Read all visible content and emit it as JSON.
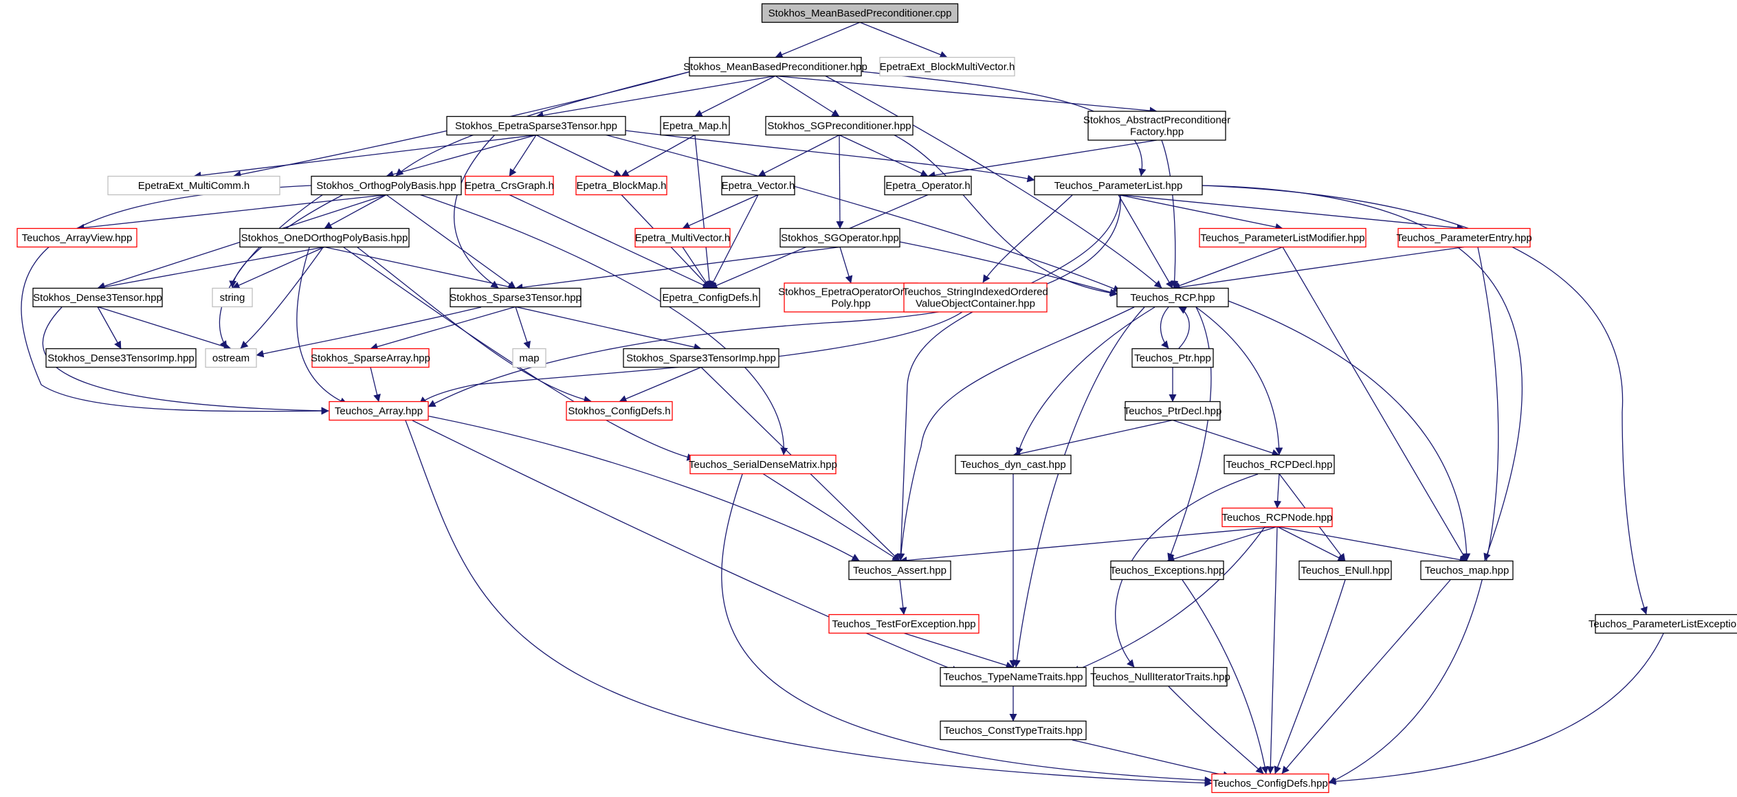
{
  "diagram": {
    "kind": "include dependency graph",
    "colors": {
      "edge": "#191970",
      "root_fill": "#bfbfbf",
      "border_expanded": "#000000",
      "border_truncated": "#ff0000",
      "border_external": "#bfbfbf"
    },
    "nodes": [
      {
        "id": "n0",
        "label": "Stokhos_MeanBasedPreconditioner.cpp",
        "style": "root"
      },
      {
        "id": "n1",
        "label": "Stokhos_MeanBasedPreconditioner.hpp",
        "style": "black"
      },
      {
        "id": "n2",
        "label": "EpetraExt_BlockMultiVector.h",
        "style": "gray"
      },
      {
        "id": "n3",
        "label": "Stokhos_EpetraSparse3Tensor.hpp",
        "style": "black"
      },
      {
        "id": "n4",
        "label": "Epetra_Map.h",
        "style": "black"
      },
      {
        "id": "n5",
        "label": "Stokhos_SGPreconditioner.hpp",
        "style": "black"
      },
      {
        "id": "n6",
        "label": "Stokhos_AbstractPreconditioner\nFactory.hpp",
        "style": "black"
      },
      {
        "id": "n7",
        "label": "EpetraExt_MultiComm.h",
        "style": "gray"
      },
      {
        "id": "n8",
        "label": "Stokhos_OrthogPolyBasis.hpp",
        "style": "black"
      },
      {
        "id": "n9",
        "label": "Epetra_CrsGraph.h",
        "style": "red"
      },
      {
        "id": "n10",
        "label": "Epetra_BlockMap.h",
        "style": "red"
      },
      {
        "id": "n11",
        "label": "Epetra_Vector.h",
        "style": "black"
      },
      {
        "id": "n12",
        "label": "Epetra_Operator.h",
        "style": "black"
      },
      {
        "id": "n13",
        "label": "Teuchos_ParameterList.hpp",
        "style": "black"
      },
      {
        "id": "n14",
        "label": "Teuchos_ArrayView.hpp",
        "style": "red"
      },
      {
        "id": "n15",
        "label": "Stokhos_OneDOrthogPolyBasis.hpp",
        "style": "black"
      },
      {
        "id": "n16",
        "label": "Epetra_MultiVector.h",
        "style": "red"
      },
      {
        "id": "n17",
        "label": "Stokhos_SGOperator.hpp",
        "style": "black"
      },
      {
        "id": "n18",
        "label": "Teuchos_ParameterListModifier.hpp",
        "style": "red"
      },
      {
        "id": "n19",
        "label": "Teuchos_ParameterEntry.hpp",
        "style": "red"
      },
      {
        "id": "n20",
        "label": "Stokhos_Dense3Tensor.hpp",
        "style": "black"
      },
      {
        "id": "n21",
        "label": "string",
        "style": "gray"
      },
      {
        "id": "n22",
        "label": "Stokhos_Sparse3Tensor.hpp",
        "style": "black"
      },
      {
        "id": "n23",
        "label": "Epetra_ConfigDefs.h",
        "style": "black"
      },
      {
        "id": "n24",
        "label": "Stokhos_EpetraOperatorOrthog\nPoly.hpp",
        "style": "red"
      },
      {
        "id": "n25",
        "label": "Teuchos_StringIndexedOrdered\nValueObjectContainer.hpp",
        "style": "red"
      },
      {
        "id": "n26",
        "label": "Teuchos_RCP.hpp",
        "style": "black"
      },
      {
        "id": "n27",
        "label": "Stokhos_Dense3TensorImp.hpp",
        "style": "black"
      },
      {
        "id": "n28",
        "label": "ostream",
        "style": "gray"
      },
      {
        "id": "n29",
        "label": "map",
        "style": "gray"
      },
      {
        "id": "n30",
        "label": "Stokhos_SparseArray.hpp",
        "style": "red"
      },
      {
        "id": "n31",
        "label": "Stokhos_Sparse3TensorImp.hpp",
        "style": "black"
      },
      {
        "id": "n32",
        "label": "Teuchos_Ptr.hpp",
        "style": "black"
      },
      {
        "id": "n33",
        "label": "Teuchos_Array.hpp",
        "style": "red"
      },
      {
        "id": "n34",
        "label": "Stokhos_ConfigDefs.h",
        "style": "red"
      },
      {
        "id": "n35",
        "label": "Teuchos_PtrDecl.hpp",
        "style": "black"
      },
      {
        "id": "n36",
        "label": "Teuchos_SerialDenseMatrix.hpp",
        "style": "red"
      },
      {
        "id": "n37",
        "label": "Teuchos_dyn_cast.hpp",
        "style": "black"
      },
      {
        "id": "n38",
        "label": "Teuchos_RCPDecl.hpp",
        "style": "black"
      },
      {
        "id": "n39",
        "label": "Teuchos_RCPNode.hpp",
        "style": "red"
      },
      {
        "id": "n40",
        "label": "Teuchos_Assert.hpp",
        "style": "black"
      },
      {
        "id": "n41",
        "label": "Teuchos_Exceptions.hpp",
        "style": "black"
      },
      {
        "id": "n42",
        "label": "Teuchos_ENull.hpp",
        "style": "black"
      },
      {
        "id": "n43",
        "label": "Teuchos_map.hpp",
        "style": "black"
      },
      {
        "id": "n44",
        "label": "Teuchos_TestForException.hpp",
        "style": "red"
      },
      {
        "id": "n45",
        "label": "Teuchos_ParameterListExceptions.hpp",
        "style": "black"
      },
      {
        "id": "n46",
        "label": "Teuchos_TypeNameTraits.hpp",
        "style": "black"
      },
      {
        "id": "n47",
        "label": "Teuchos_NullIteratorTraits.hpp",
        "style": "black"
      },
      {
        "id": "n48",
        "label": "Teuchos_ConstTypeTraits.hpp",
        "style": "black"
      },
      {
        "id": "n49",
        "label": "Teuchos_ConfigDefs.hpp",
        "style": "red"
      }
    ],
    "edges": [
      [
        "n0",
        "n1"
      ],
      [
        "n0",
        "n2"
      ],
      [
        "n1",
        "n3"
      ],
      [
        "n1",
        "n4"
      ],
      [
        "n1",
        "n5"
      ],
      [
        "n1",
        "n6"
      ],
      [
        "n1",
        "n7"
      ],
      [
        "n1",
        "n8"
      ],
      [
        "n1",
        "n13"
      ],
      [
        "n1",
        "n26"
      ],
      [
        "n3",
        "n7"
      ],
      [
        "n3",
        "n8"
      ],
      [
        "n3",
        "n9"
      ],
      [
        "n3",
        "n10"
      ],
      [
        "n3",
        "n13"
      ],
      [
        "n3",
        "n22"
      ],
      [
        "n3",
        "n26"
      ],
      [
        "n4",
        "n10"
      ],
      [
        "n4",
        "n23"
      ],
      [
        "n5",
        "n11"
      ],
      [
        "n5",
        "n12"
      ],
      [
        "n5",
        "n17"
      ],
      [
        "n5",
        "n26"
      ],
      [
        "n6",
        "n12"
      ],
      [
        "n6",
        "n26"
      ],
      [
        "n8",
        "n14"
      ],
      [
        "n8",
        "n15"
      ],
      [
        "n8",
        "n20"
      ],
      [
        "n8",
        "n21"
      ],
      [
        "n8",
        "n22"
      ],
      [
        "n8",
        "n28"
      ],
      [
        "n8",
        "n33"
      ],
      [
        "n8",
        "n36"
      ],
      [
        "n9",
        "n23"
      ],
      [
        "n10",
        "n23"
      ],
      [
        "n11",
        "n16"
      ],
      [
        "n11",
        "n23"
      ],
      [
        "n12",
        "n23"
      ],
      [
        "n13",
        "n18"
      ],
      [
        "n13",
        "n19"
      ],
      [
        "n13",
        "n25"
      ],
      [
        "n13",
        "n26"
      ],
      [
        "n13",
        "n33"
      ],
      [
        "n13",
        "n40"
      ],
      [
        "n13",
        "n43"
      ],
      [
        "n13",
        "n45"
      ],
      [
        "n15",
        "n20"
      ],
      [
        "n15",
        "n21"
      ],
      [
        "n15",
        "n22"
      ],
      [
        "n15",
        "n28"
      ],
      [
        "n15",
        "n33"
      ],
      [
        "n15",
        "n34"
      ],
      [
        "n15",
        "n36"
      ],
      [
        "n16",
        "n23"
      ],
      [
        "n17",
        "n22"
      ],
      [
        "n17",
        "n24"
      ],
      [
        "n17",
        "n26"
      ],
      [
        "n18",
        "n26"
      ],
      [
        "n18",
        "n43"
      ],
      [
        "n19",
        "n26"
      ],
      [
        "n19",
        "n49"
      ],
      [
        "n20",
        "n27"
      ],
      [
        "n20",
        "n28"
      ],
      [
        "n20",
        "n33"
      ],
      [
        "n22",
        "n28"
      ],
      [
        "n22",
        "n29"
      ],
      [
        "n22",
        "n30"
      ],
      [
        "n22",
        "n31"
      ],
      [
        "n25",
        "n33"
      ],
      [
        "n26",
        "n32"
      ],
      [
        "n26",
        "n37"
      ],
      [
        "n26",
        "n38"
      ],
      [
        "n26",
        "n40"
      ],
      [
        "n26",
        "n41"
      ],
      [
        "n26",
        "n43"
      ],
      [
        "n26",
        "n46"
      ],
      [
        "n30",
        "n33"
      ],
      [
        "n31",
        "n34"
      ],
      [
        "n31",
        "n40"
      ],
      [
        "n32",
        "n26"
      ],
      [
        "n32",
        "n35"
      ],
      [
        "n33",
        "n40"
      ],
      [
        "n33",
        "n46"
      ],
      [
        "n33",
        "n49"
      ],
      [
        "n35",
        "n37"
      ],
      [
        "n35",
        "n38"
      ],
      [
        "n36",
        "n40"
      ],
      [
        "n36",
        "n49"
      ],
      [
        "n37",
        "n46"
      ],
      [
        "n38",
        "n39"
      ],
      [
        "n38",
        "n42"
      ],
      [
        "n38",
        "n47"
      ],
      [
        "n39",
        "n40"
      ],
      [
        "n39",
        "n41"
      ],
      [
        "n39",
        "n42"
      ],
      [
        "n39",
        "n43"
      ],
      [
        "n39",
        "n46"
      ],
      [
        "n39",
        "n49"
      ],
      [
        "n40",
        "n44"
      ],
      [
        "n41",
        "n49"
      ],
      [
        "n42",
        "n49"
      ],
      [
        "n43",
        "n49"
      ],
      [
        "n44",
        "n46"
      ],
      [
        "n45",
        "n49"
      ],
      [
        "n46",
        "n48"
      ],
      [
        "n47",
        "n49"
      ],
      [
        "n48",
        "n49"
      ]
    ]
  }
}
